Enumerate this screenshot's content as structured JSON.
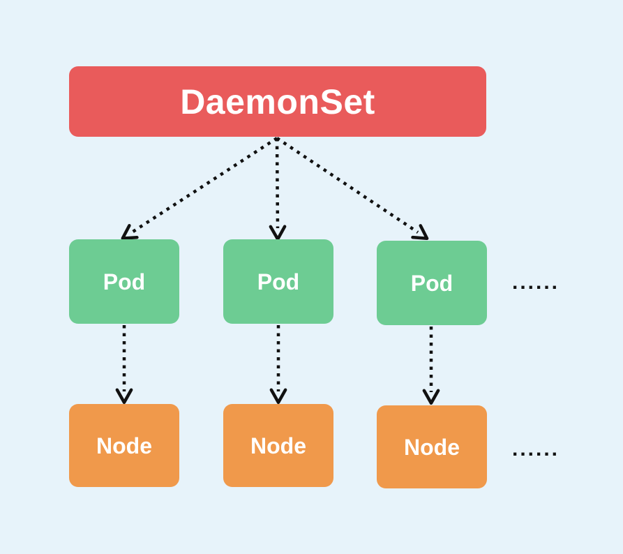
{
  "colors": {
    "background": "#E7F3FA",
    "daemonset": "#E95B5B",
    "pod": "#6DCC93",
    "node": "#F0994B",
    "arrow": "#111111",
    "text": "#FFFFFF"
  },
  "diagram": {
    "type": "tree",
    "root": {
      "id": "daemonset",
      "label": "DaemonSet"
    },
    "pods": [
      {
        "id": "pod-1",
        "label": "Pod"
      },
      {
        "id": "pod-2",
        "label": "Pod"
      },
      {
        "id": "pod-3",
        "label": "Pod"
      }
    ],
    "nodes": [
      {
        "id": "node-1",
        "label": "Node"
      },
      {
        "id": "node-2",
        "label": "Node"
      },
      {
        "id": "node-3",
        "label": "Node"
      }
    ],
    "pod_row_ellipsis": "......",
    "node_row_ellipsis": "......",
    "edges": [
      {
        "from": "daemonset",
        "to": "pod-1",
        "style": "dotted-arrow"
      },
      {
        "from": "daemonset",
        "to": "pod-2",
        "style": "dotted-arrow"
      },
      {
        "from": "daemonset",
        "to": "pod-3",
        "style": "dotted-arrow"
      },
      {
        "from": "pod-1",
        "to": "node-1",
        "style": "dotted-arrow"
      },
      {
        "from": "pod-2",
        "to": "node-2",
        "style": "dotted-arrow"
      },
      {
        "from": "pod-3",
        "to": "node-3",
        "style": "dotted-arrow"
      }
    ]
  }
}
